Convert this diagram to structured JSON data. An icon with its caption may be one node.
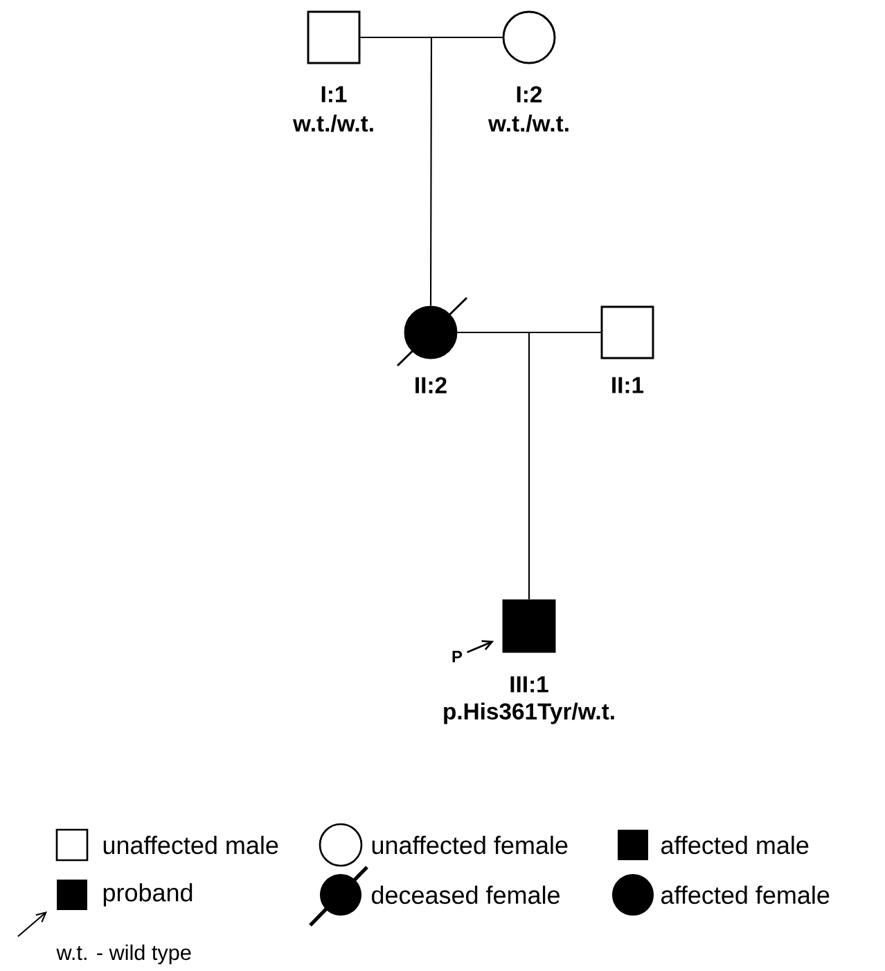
{
  "diagram": {
    "nodes": [
      {
        "text": [],
        "shape": "box",
        "beside": [
          "I:1",
          "w.t./w.t."
        ]
      },
      {
        "text": [],
        "shape": "circle",
        "beside": [
          "I:2",
          "w.t./w.t."
        ]
      },
      {
        "text": [],
        "shape": "circle",
        "beside": [
          "II:2"
        ]
      },
      {
        "text": [],
        "shape": "box",
        "beside": [
          "II:1"
        ]
      },
      {
        "text": [],
        "shape": "box",
        "beside": [
          "III:1",
          "p.His361Tyr/w.t."
        ]
      },
      {
        "text": [
          "P"
        ]
      }
    ],
    "edges": [
      {
        "from": 0,
        "to": 1,
        "arrow": "none"
      },
      {
        "from": 0,
        "to": 2,
        "arrow": "none"
      },
      {
        "from": 1,
        "to": 2,
        "arrow": "none"
      },
      {
        "from": 2,
        "to": 3,
        "arrow": "none"
      },
      {
        "from": 2,
        "to": 4,
        "arrow": "none"
      },
      {
        "from": 3,
        "to": 4,
        "arrow": "none"
      },
      {
        "from": 5,
        "to": 4,
        "arrow": "to"
      }
    ],
    "labels": [
      "w.t. - wild type"
    ],
    "legend": [
      {
        "text": "unaffected male"
      },
      {
        "text": "unaffected female"
      },
      {
        "text": "affected male"
      },
      {
        "text": "proband"
      },
      {
        "text": "deceased female"
      },
      {
        "text": "affected female"
      }
    ]
  }
}
